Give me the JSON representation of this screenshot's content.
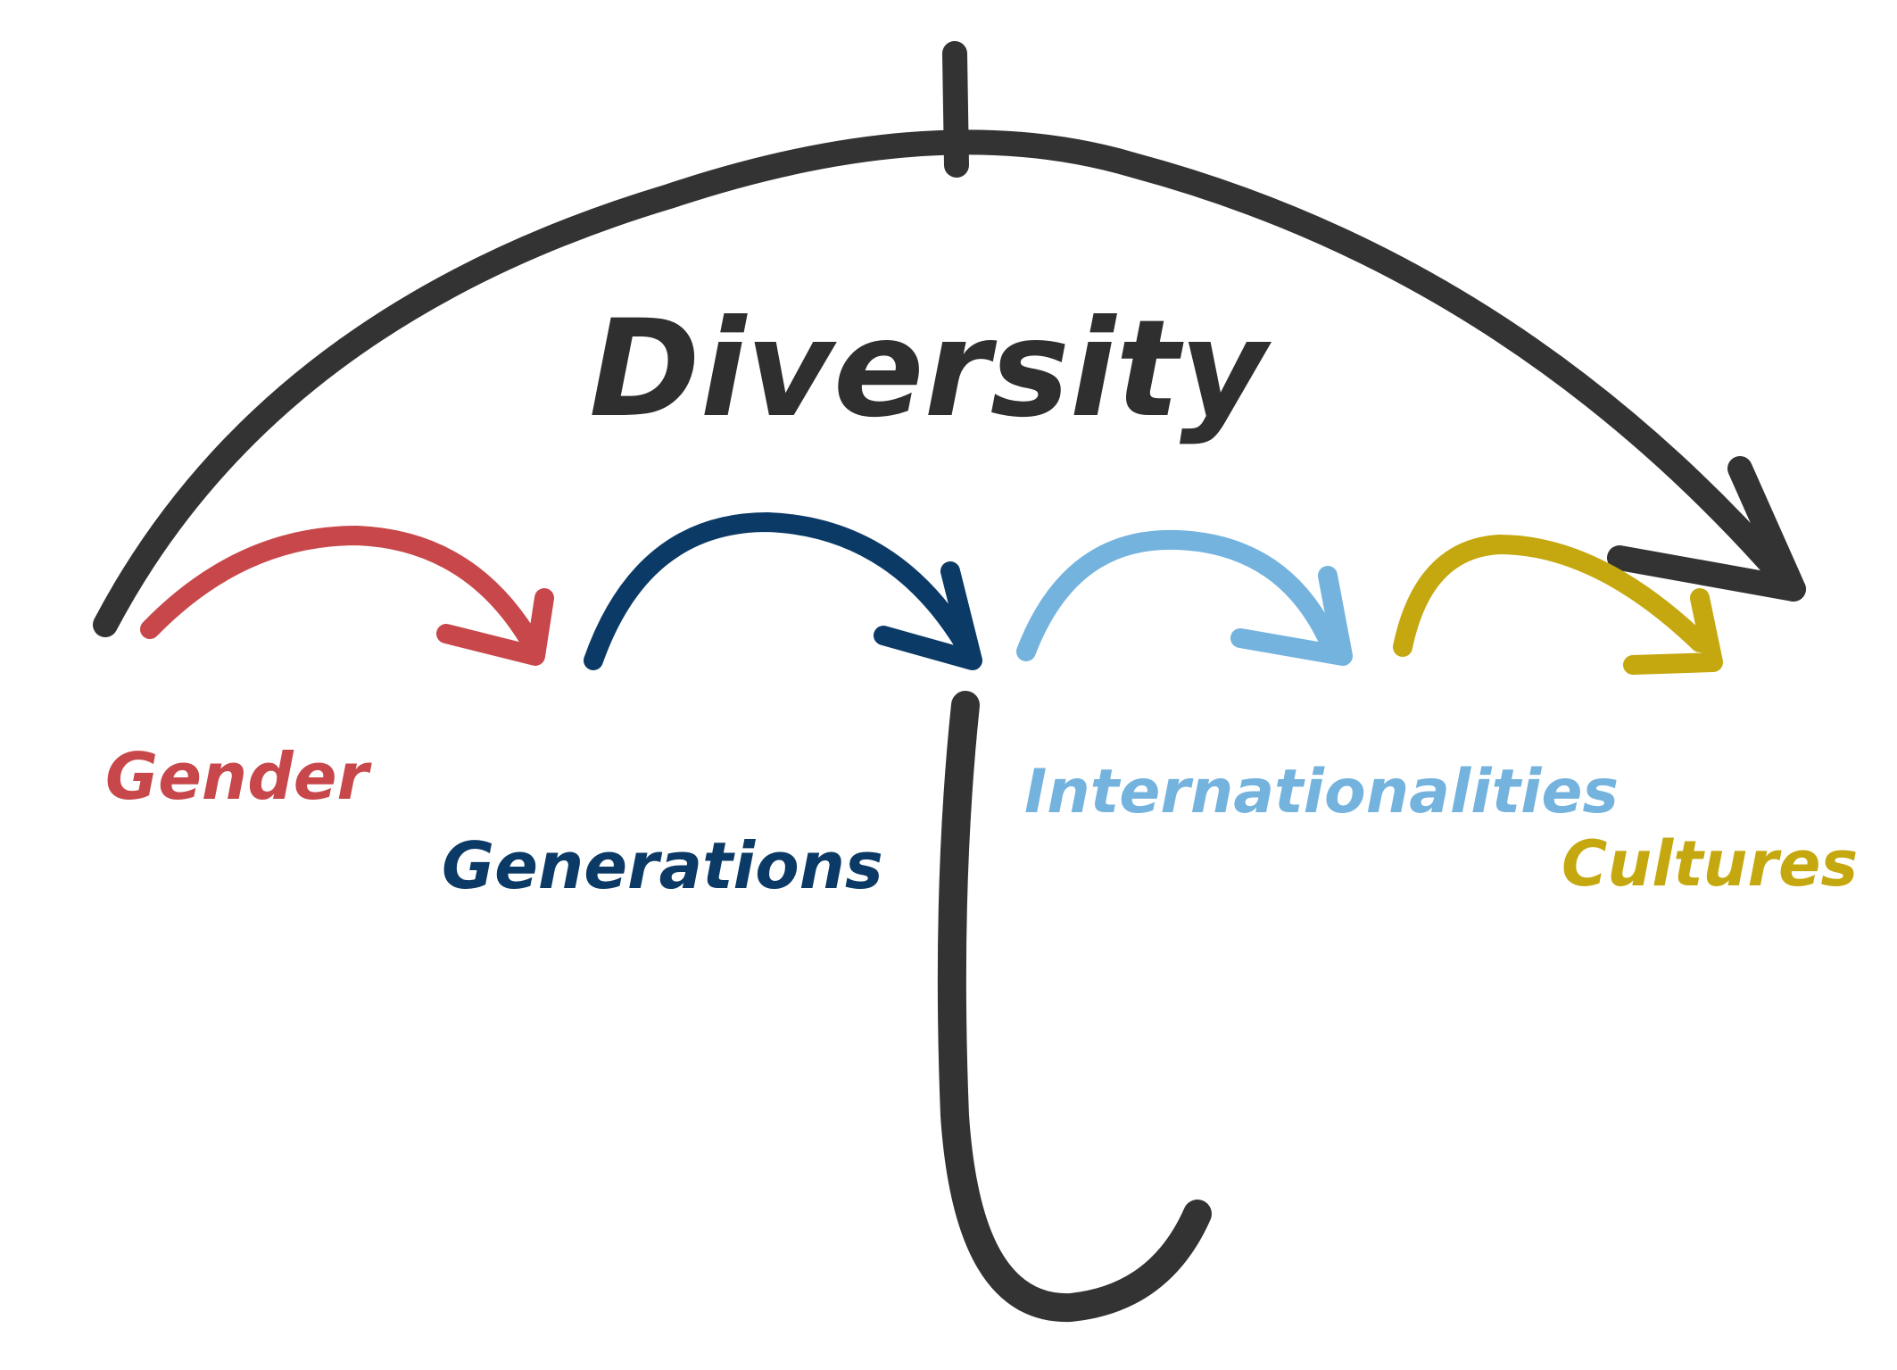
{
  "diagram": {
    "title": "Diversity",
    "categories": [
      {
        "label": "Gender",
        "color": "#c8474a"
      },
      {
        "label": "Generations",
        "color": "#0b3a66"
      },
      {
        "label": "Internationalities",
        "color": "#74b3de"
      },
      {
        "label": "Cultures",
        "color": "#c5a80f"
      }
    ],
    "umbrella_color": "#333333"
  }
}
